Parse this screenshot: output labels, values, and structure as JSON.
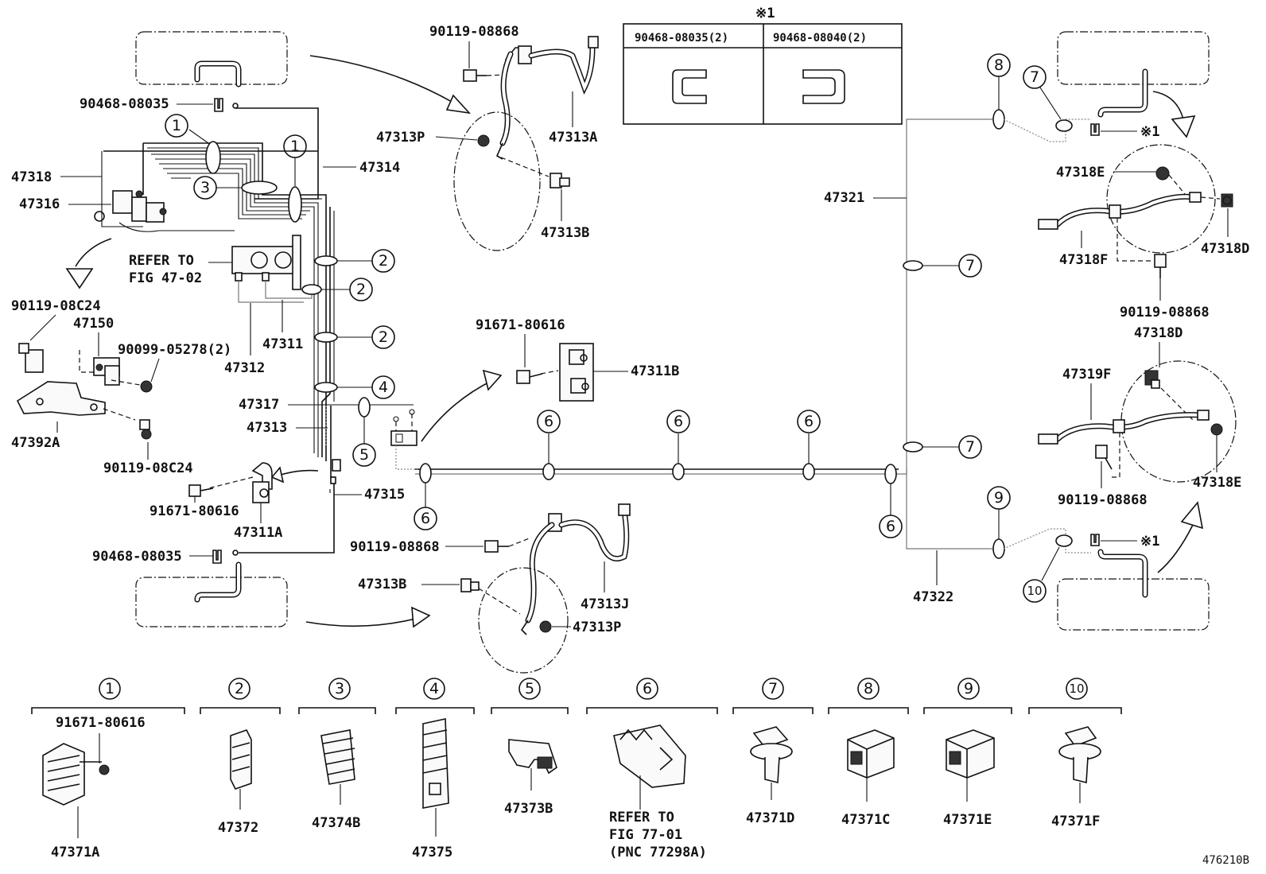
{
  "top_labels": {
    "p90119_08868_top": "90119-08868",
    "p90468_08035_a": "90468-08035",
    "p47318": "47318",
    "p47316": "47316",
    "p47314": "47314",
    "p47313P_top": "47313P",
    "p47313A": "47313A",
    "p47313B_top": "47313B",
    "refer_fig_1": "REFER TO",
    "refer_fig_2": "FIG 47-02",
    "p47311": "47311",
    "p47312": "47312",
    "p90119_08C24_a": "90119-08C24",
    "p47150": "47150",
    "p90099_05278": "90099-05278(2)",
    "p47392A": "47392A",
    "p90119_08C24_b": "90119-08C24",
    "p47317": "47317",
    "p47313": "47313",
    "p47315": "47315",
    "p91671_80616_a": "91671-80616",
    "p47311A": "47311A",
    "p90468_08035_b": "90468-08035",
    "p91671_80616_b": "91671-80616",
    "p47311B": "47311B",
    "p90119_08868_mid": "90119-08868",
    "p47313B_mid": "47313B",
    "p47313J": "47313J",
    "p47313P_mid": "47313P",
    "p47321": "47321",
    "p47322": "47322",
    "p47318E_top": "47318E",
    "p47318F": "47318F",
    "p47318D_top": "47318D",
    "p90119_08868_r1": "90119-08868",
    "p47318D_mid": "47318D",
    "p47319F": "47319F",
    "p90119_08868_r2": "90119-08868",
    "p47318E_mid": "47318E",
    "note_mark_1": "※1",
    "note_mark_2": "※1",
    "note_mark_3": "※1",
    "drawing_id": "476210B"
  },
  "table": {
    "title": "※1",
    "col1": "90468-08035(2)",
    "col2": "90468-08040(2)"
  },
  "callouts": {
    "c1": "1",
    "c2": "2",
    "c3": "3",
    "c4": "4",
    "c5": "5",
    "c6": "6",
    "c7": "7",
    "c8": "8",
    "c9": "9",
    "c10": "10"
  },
  "legend": [
    {
      "num": "1",
      "upper": "91671-80616",
      "part": "47371A"
    },
    {
      "num": "2",
      "part": "47372"
    },
    {
      "num": "3",
      "part": "47374B"
    },
    {
      "num": "4",
      "part": "47375"
    },
    {
      "num": "5",
      "part": "47373B"
    },
    {
      "num": "6",
      "part": "REFER TO",
      "part2": "FIG 77-01",
      "part3": "(PNC 77298A)"
    },
    {
      "num": "7",
      "part": "47371D"
    },
    {
      "num": "8",
      "part": "47371C"
    },
    {
      "num": "9",
      "part": "47371E"
    },
    {
      "num": "10",
      "part": "47371F"
    }
  ]
}
